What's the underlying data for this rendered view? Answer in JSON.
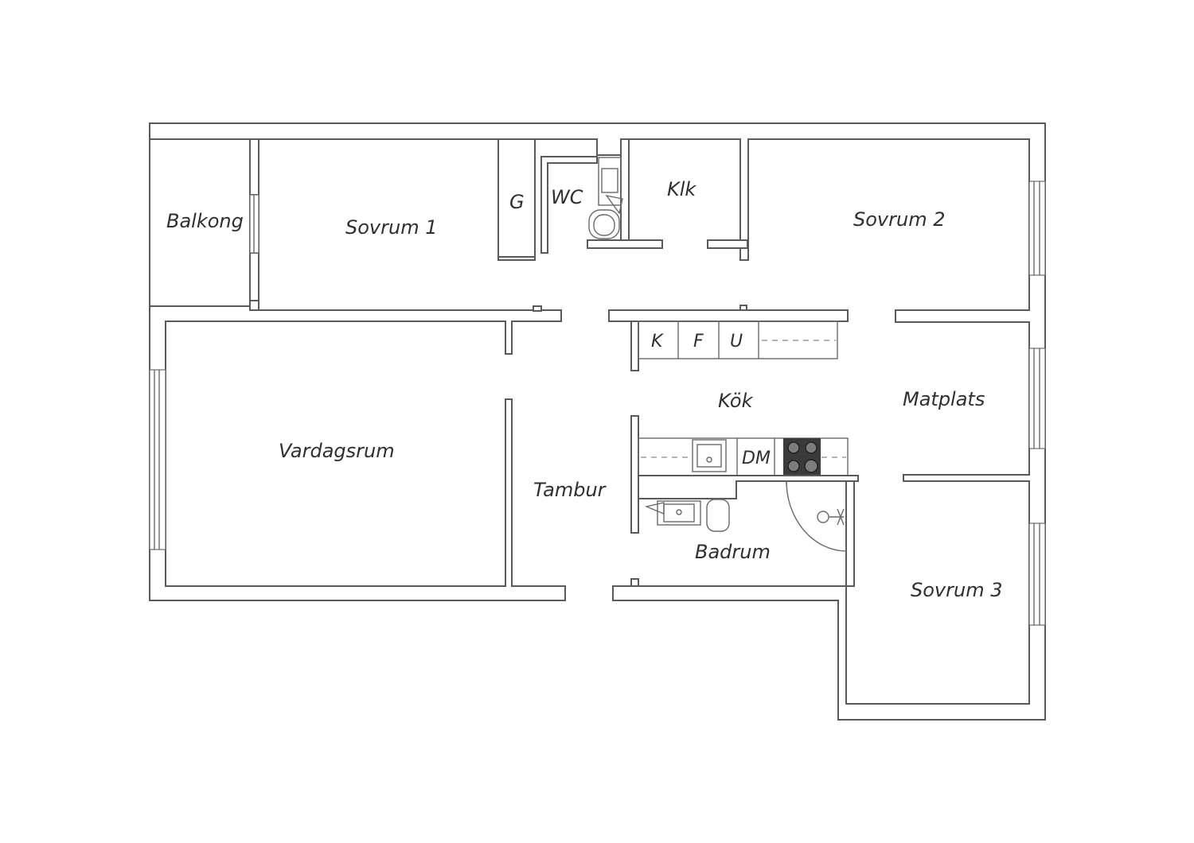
{
  "rooms": {
    "balkong": "Balkong",
    "sovrum1": "Sovrum 1",
    "g": "G",
    "wc": "WC",
    "klk": "Klk",
    "sovrum2": "Sovrum 2",
    "vardagsrum": "Vardagsrum",
    "tambur": "Tambur",
    "kok": "Kök",
    "matplats": "Matplats",
    "badrum": "Badrum",
    "sovrum3": "Sovrum 3"
  },
  "fixtures": {
    "k": "K",
    "f": "F",
    "u": "U",
    "dm": "DM"
  },
  "colors": {
    "wall": "#5a5a5a",
    "label": "#2f2f2f",
    "hob": "#3a3a3a"
  }
}
